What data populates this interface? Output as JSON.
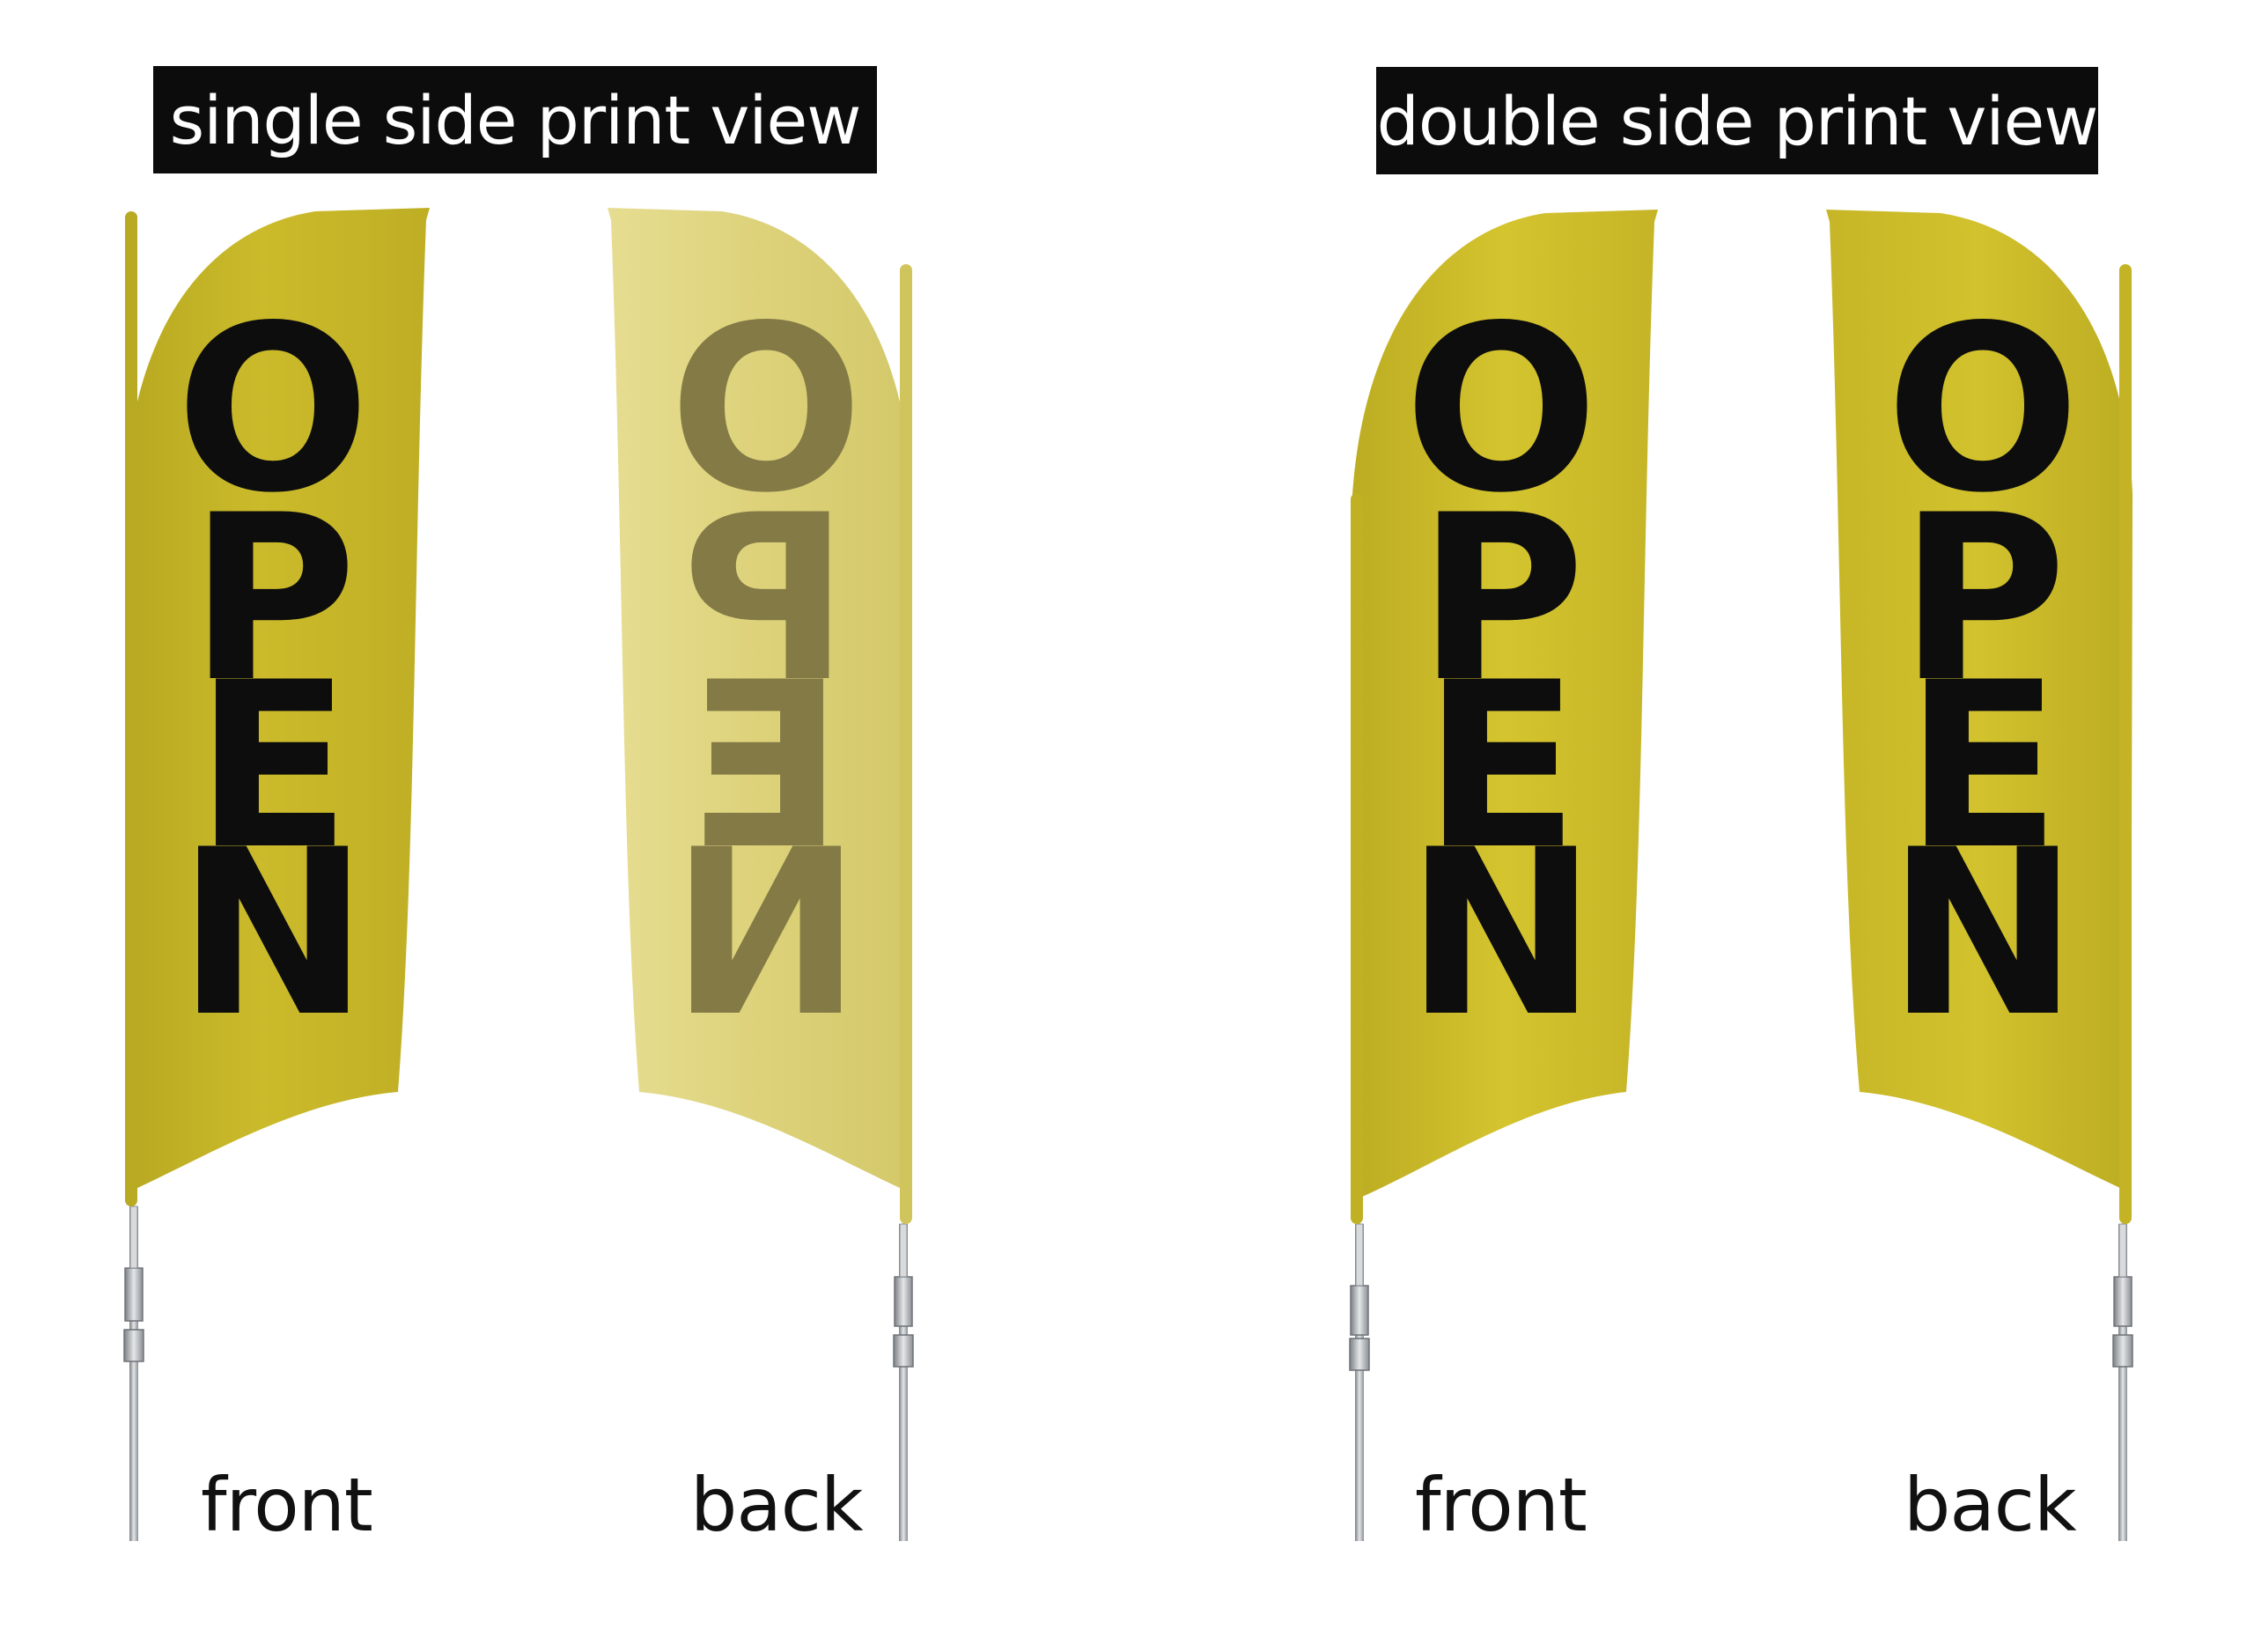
{
  "headers": {
    "single": "single side print view",
    "double": "double side print view"
  },
  "flags": [
    {
      "id": "single-front",
      "letters": [
        "O",
        "P",
        "E",
        "N"
      ],
      "caption": "front",
      "fabric": "#c9b92a",
      "text_color": "#0d0d0d",
      "mirrored": false
    },
    {
      "id": "single-back",
      "letters": [
        "O",
        "P",
        "E",
        "N"
      ],
      "caption": "back",
      "fabric": "#e0d684",
      "text_color": "#847a46",
      "mirrored": true
    },
    {
      "id": "double-front",
      "letters": [
        "O",
        "P",
        "E",
        "N"
      ],
      "caption": "front",
      "fabric": "#d1c02b",
      "text_color": "#0d0d0d",
      "mirrored": false
    },
    {
      "id": "double-back",
      "letters": [
        "O",
        "P",
        "E",
        "N"
      ],
      "caption": "back",
      "fabric": "#d1c02b",
      "text_color": "#0d0d0d",
      "mirrored": false
    }
  ],
  "colors": {
    "banner_bg": "#0c0c0c",
    "banner_text": "#ffffff",
    "pole_metal": "#a9adb1"
  }
}
